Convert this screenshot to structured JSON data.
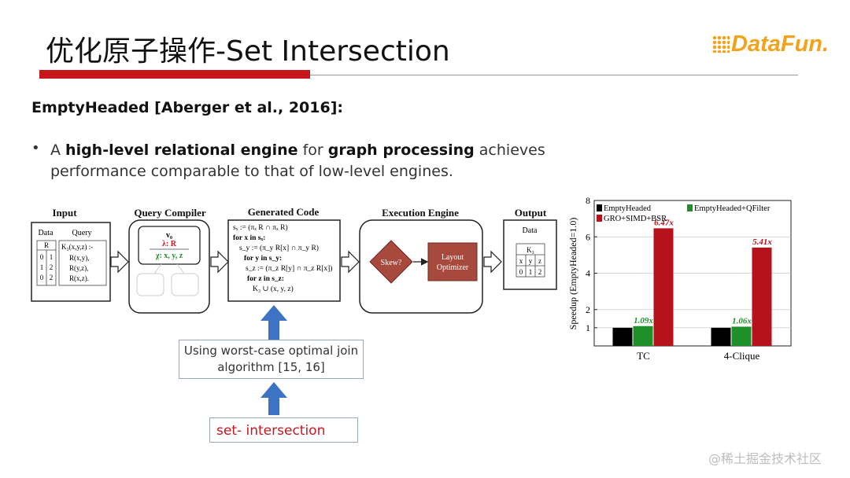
{
  "slide": {
    "title": "优化原子操作-Set Intersection",
    "logo": "DataFun.",
    "subtitle": "EmptyHeaded [Aberger et al., 2016]:",
    "bullet": {
      "dot": "•",
      "pre1": "A ",
      "bold1": "high-level relational engine",
      "mid": " for ",
      "bold2": "graph processing",
      "post": "  achieves performance comparable to that of low-level engines."
    },
    "callout_worst": "Using worst-case optimal join algorithm [15, 16]",
    "callout_set": "set- intersection",
    "watermark": "@稀土掘金技术社区"
  },
  "pipeline": {
    "stages": [
      "Input",
      "Query Compiler",
      "Generated Code",
      "Execution Engine",
      "Output"
    ],
    "input": {
      "data_label": "Data",
      "query_label": "Query",
      "table_header": "R",
      "rows": [
        [
          "0",
          "1"
        ],
        [
          "1",
          "2"
        ],
        [
          "0",
          "2"
        ]
      ],
      "query_lines": [
        "K₃(x,y,z) :-",
        "R(x,y),",
        "R(y,z),",
        "R(x,z)."
      ]
    },
    "compiler": {
      "node_top": "v₀",
      "node_lambda": "λ: R",
      "node_chi": "χ: x, y, z"
    },
    "code_lines": [
      "sₓ := (πₓ R ∩ πₓ R)",
      "for x in sₓ:",
      "s_y := (π_y R[x] ∩ π_y R)",
      "for y in s_y:",
      "s_z := (π_z R[y] ∩ π_z R[x])",
      "for z in s_z:",
      "K₃ ∪ (x, y, z)"
    ],
    "engine": {
      "decision": "Skew?",
      "optimizer_line1": "Layout",
      "optimizer_line2": "Optimizer"
    },
    "output": {
      "data_label": "Data",
      "table_header": "K₃",
      "cols": [
        "x",
        "y",
        "z"
      ],
      "row": [
        "0",
        "1",
        "2"
      ]
    }
  },
  "chart_data": {
    "type": "bar",
    "categories": [
      "TC",
      "4-Clique"
    ],
    "series": [
      {
        "name": "EmptyHeaded",
        "color": "#000000",
        "values": [
          1,
          1
        ]
      },
      {
        "name": "EmptyHeaded+QFilter",
        "color": "#1f8f2a",
        "values": [
          1.09,
          1.06
        ]
      },
      {
        "name": "GRO+SIMD+BSR",
        "color": "#b5121b",
        "values": [
          6.47,
          5.41
        ]
      }
    ],
    "data_labels": [
      {
        "series": 1,
        "category": 0,
        "text": "1.09x"
      },
      {
        "series": 1,
        "category": 1,
        "text": "1.06x"
      },
      {
        "series": 2,
        "category": 0,
        "text": "6.47x"
      },
      {
        "series": 2,
        "category": 1,
        "text": "5.41x"
      }
    ],
    "ylabel": "Speedup (EmptyHeaded=1.0)",
    "ylim": [
      0,
      8
    ],
    "yticks": [
      1,
      2,
      4,
      6,
      8
    ],
    "grid": true,
    "legend": "top"
  }
}
